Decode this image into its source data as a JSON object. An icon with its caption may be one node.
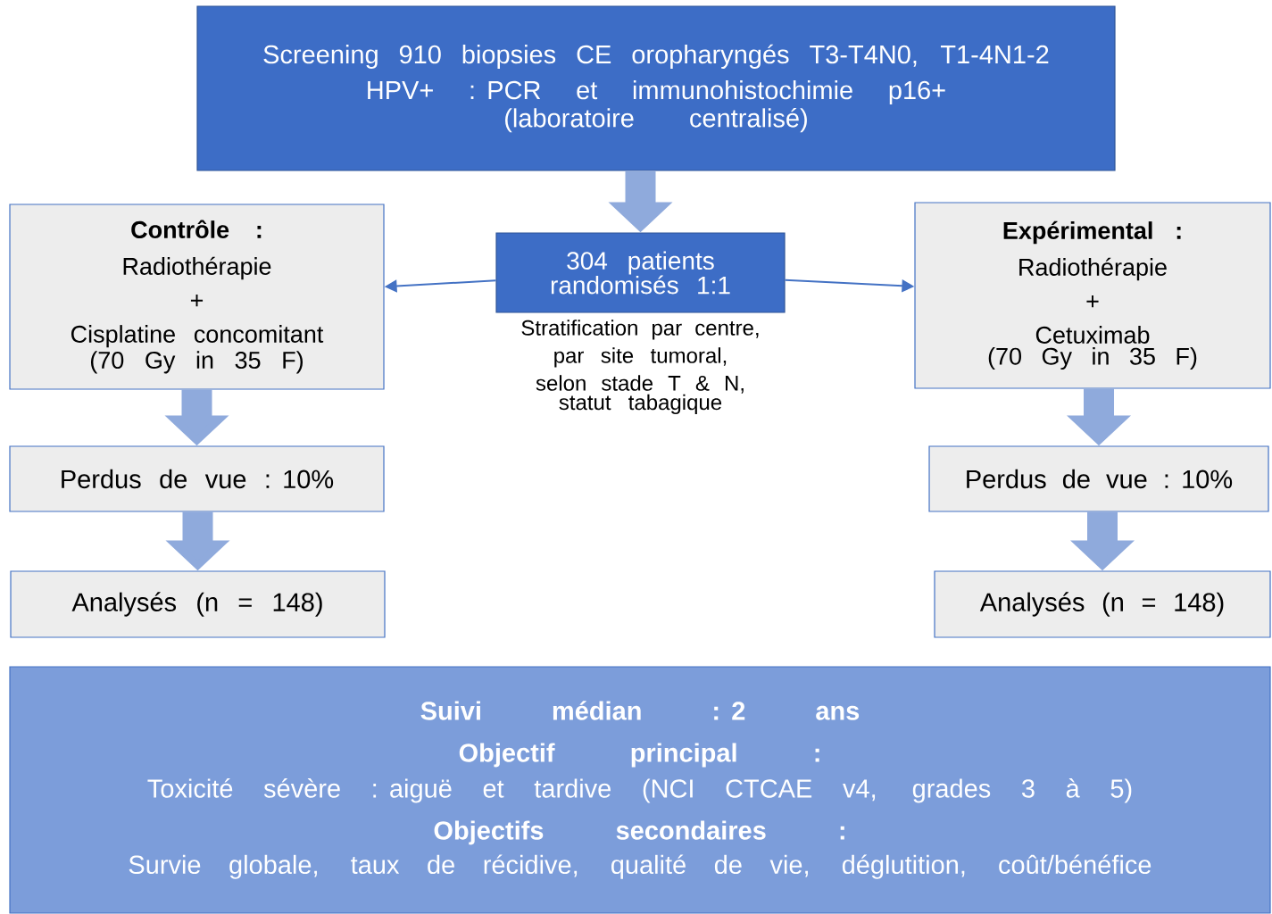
{
  "diagram": {
    "nodes": [
      {
        "text": [
          "Screening 910 biopsies CE oropharyngés T3-T4N0, T1-4N1-2",
          "HPV+ : PCR et immunohistochimie p16+",
          "(laboratoire centralisé)"
        ]
      },
      {
        "text": [
          "304 patients randomisés 1:1"
        ],
        "beside": [
          "Stratification par centre, par site tumoral, selon stade T & N,",
          "statut tabagique"
        ]
      },
      {
        "text": [
          "Contrôle :",
          "Radiothérapie",
          "+",
          "Cisplatine concomitant",
          "(70 Gy in 35 F)"
        ]
      },
      {
        "text": [
          "Expérimental :",
          "Radiothérapie",
          "+",
          "Cetuximab",
          "(70 Gy in 35 F)"
        ]
      },
      {
        "text": [
          "Perdus de vue : 10%"
        ]
      },
      {
        "text": [
          "Perdus de vue : 10%"
        ]
      },
      {
        "text": [
          "Analysés (n = 148)"
        ]
      },
      {
        "text": [
          "Analysés (n = 148)"
        ]
      },
      {
        "text": [
          "Suivi médian : 2 ans",
          "Objectif principal :",
          "Toxicité sévère : aiguë et tardive (NCI CTCAE v4, grades 3 à 5)",
          "Objectifs secondaires :",
          "Survie globale, taux de récidive, qualité de vie, déglutition, coût/bénéfice"
        ]
      }
    ],
    "edges": [
      {
        "from": 0,
        "to": 1,
        "arrow": "to"
      },
      {
        "from": 1,
        "to": 2,
        "arrow": "to"
      },
      {
        "from": 1,
        "to": 3,
        "arrow": "to"
      },
      {
        "from": 2,
        "to": 4,
        "arrow": "to"
      },
      {
        "from": 4,
        "to": 6,
        "arrow": "to"
      },
      {
        "from": 3,
        "to": 5,
        "arrow": "to"
      },
      {
        "from": 5,
        "to": 7,
        "arrow": "to"
      }
    ]
  }
}
